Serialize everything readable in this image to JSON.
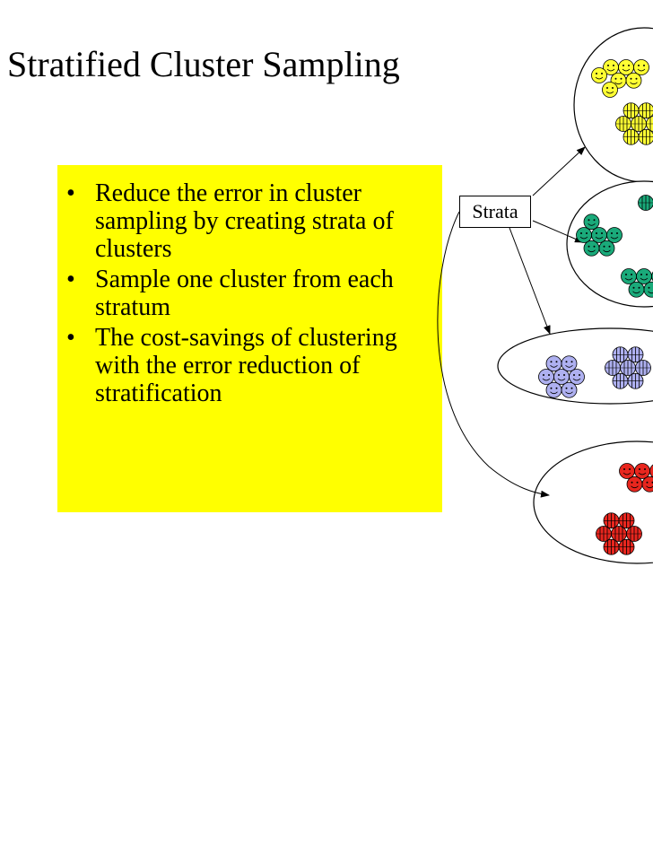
{
  "slide": {
    "title": "Stratified Cluster Sampling",
    "bullets": [
      "Reduce the error in cluster sampling by creating strata of clusters",
      "Sample one cluster from each stratum",
      "The cost-savings of clustering with the error reduction of stratification"
    ],
    "bullet_symbol": "•",
    "strata_label": "Strata"
  },
  "colors": {
    "bullet_background": "#ffff00",
    "yellow_group": "#ffff33",
    "teal_group": "#1aaa7a",
    "lavender_group": "#aeb0f0",
    "red_group": "#e8261e"
  },
  "icons": [
    "smiley-face-icon",
    "arrow-icon"
  ]
}
